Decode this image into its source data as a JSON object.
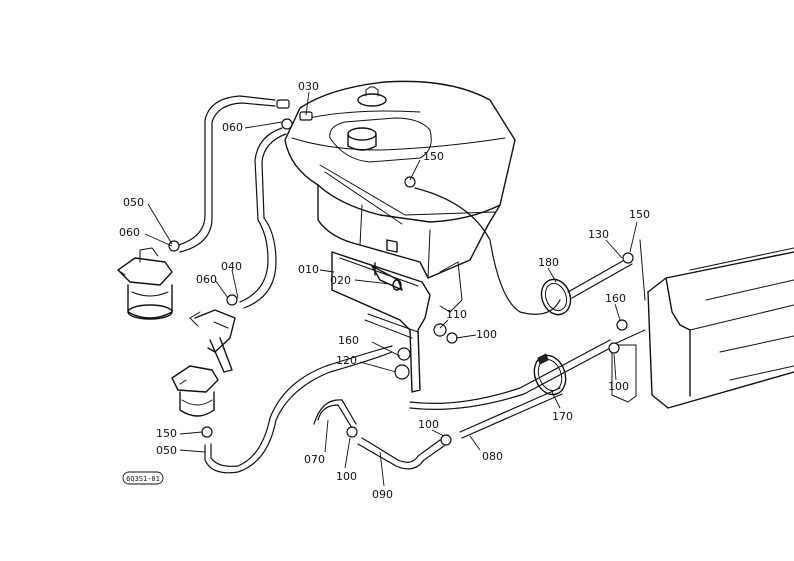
{
  "callouts": [
    {
      "id": "c030",
      "text": "030"
    },
    {
      "id": "c060a",
      "text": "060"
    },
    {
      "id": "c150a",
      "text": "150"
    },
    {
      "id": "c050a",
      "text": "050"
    },
    {
      "id": "c060b",
      "text": "060"
    },
    {
      "id": "c040",
      "text": "040"
    },
    {
      "id": "c060c",
      "text": "060"
    },
    {
      "id": "c010",
      "text": "010"
    },
    {
      "id": "c020",
      "text": "020"
    },
    {
      "id": "c180",
      "text": "180"
    },
    {
      "id": "c130",
      "text": "130"
    },
    {
      "id": "c150b",
      "text": "150"
    },
    {
      "id": "c160a",
      "text": "160"
    },
    {
      "id": "c110",
      "text": "110"
    },
    {
      "id": "c100a",
      "text": "100"
    },
    {
      "id": "c160b",
      "text": "160"
    },
    {
      "id": "c120",
      "text": "120"
    },
    {
      "id": "c100b",
      "text": "100"
    },
    {
      "id": "c170",
      "text": "170"
    },
    {
      "id": "c150c",
      "text": "150"
    },
    {
      "id": "c050b",
      "text": "050"
    },
    {
      "id": "c100c",
      "text": "100"
    },
    {
      "id": "c070",
      "text": "070"
    },
    {
      "id": "c100d",
      "text": "100"
    },
    {
      "id": "c080",
      "text": "080"
    },
    {
      "id": "c090",
      "text": "090"
    }
  ],
  "drawing_code": "6Q3S1-01"
}
